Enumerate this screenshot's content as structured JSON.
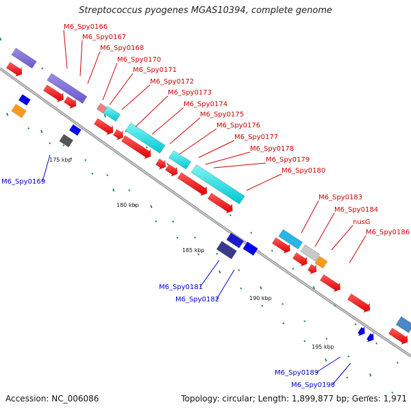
{
  "title": "Streptococcus pyogenes MGAS10394, complete genome",
  "footer": {
    "accession": "Accession: NC_006086",
    "summary": "Topology: circular; Length: 1,899,877 bp; Genes: 1,971"
  },
  "colors": {
    "forward": "#ff0000",
    "reverse": "#0000ff",
    "backbone": "#888888",
    "tick": "#2e8b57",
    "forward_label": "#cc0000",
    "reverse_label": "#0000cc"
  },
  "ruler": [
    {
      "label": "175 kbp"
    },
    {
      "label": "180 kbp"
    },
    {
      "label": "185 kbp"
    },
    {
      "label": "190 kbp"
    },
    {
      "label": "195 kbp"
    }
  ],
  "forward_genes": [
    {
      "label": "M6_Spy0166"
    },
    {
      "label": "M6_Spy0167"
    },
    {
      "label": "M6_Spy0168"
    },
    {
      "label": "M6_Spy0170"
    },
    {
      "label": "M6_Spy0171"
    },
    {
      "label": "M6_Spy0172"
    },
    {
      "label": "M6_Spy0173"
    },
    {
      "label": "M6_Spy0174"
    },
    {
      "label": "M6_Spy0175"
    },
    {
      "label": "M6_Spy0176"
    },
    {
      "label": "M6_Spy0177"
    },
    {
      "label": "M6_Spy0178"
    },
    {
      "label": "M6_Spy0179"
    },
    {
      "label": "M6_Spy0180"
    },
    {
      "label": "M6_Spy0183"
    },
    {
      "label": "M6_Spy0184"
    },
    {
      "label": "nusG"
    },
    {
      "label": "M6_Spy0186"
    }
  ],
  "reverse_genes": [
    {
      "label": "M6_Spy0169"
    },
    {
      "label": "M6_Spy0181"
    },
    {
      "label": "M6_Spy0182"
    },
    {
      "label": "M6_Spy0189"
    },
    {
      "label": "M6_Spy0190"
    }
  ]
}
